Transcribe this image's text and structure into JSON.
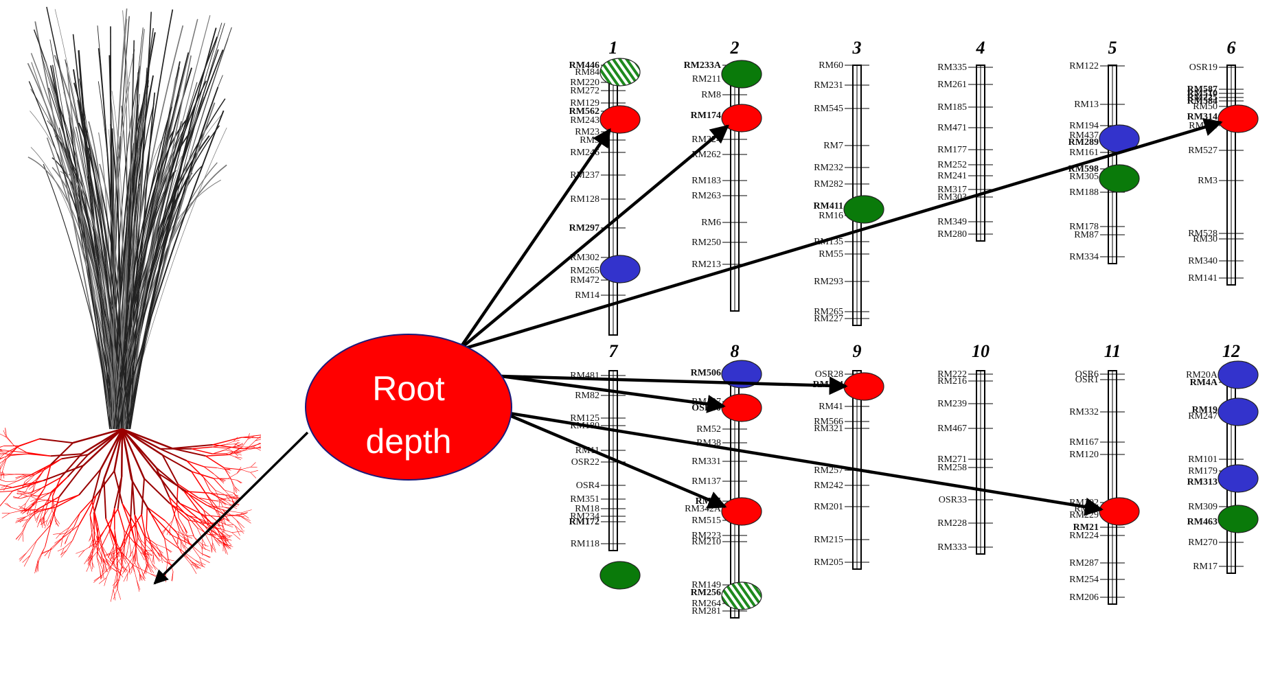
{
  "center_label": [
    "Root",
    "depth"
  ],
  "colors": {
    "qtl_red": "#ff0000",
    "qtl_green": "#0a7a0a",
    "qtl_blue": "#3333cc",
    "hatched": "#1e8a1e",
    "arrow": "#000000"
  },
  "chromosomes": [
    {
      "number": "1",
      "markers": [
        {
          "name": "RM446",
          "bold": true
        },
        {
          "name": "RM84"
        },
        {
          "name": "RM220"
        },
        {
          "name": "RM272"
        },
        {
          "name": "RM129",
          "small": true
        },
        {
          "name": "RM562",
          "bold": true
        },
        {
          "name": "RM243",
          "small": true
        },
        {
          "name": "RM23"
        },
        {
          "name": "RM5"
        },
        {
          "name": "RM246"
        },
        {
          "name": "RM237"
        },
        {
          "name": "RM128"
        },
        {
          "name": "RM297",
          "bold": true
        },
        {
          "name": "RM302"
        },
        {
          "name": "RM265"
        },
        {
          "name": "RM472"
        },
        {
          "name": "RM14"
        }
      ]
    },
    {
      "number": "2",
      "markers": [
        {
          "name": "RM233A",
          "bold": true
        },
        {
          "name": "RM211"
        },
        {
          "name": "RM8"
        },
        {
          "name": "RM174",
          "bold": true
        },
        {
          "name": "RM324"
        },
        {
          "name": "RM262"
        },
        {
          "name": "RM183"
        },
        {
          "name": "RM263"
        },
        {
          "name": "RM6"
        },
        {
          "name": "RM250"
        },
        {
          "name": "RM213"
        }
      ]
    },
    {
      "number": "3",
      "markers": [
        {
          "name": "RM60"
        },
        {
          "name": "RM231"
        },
        {
          "name": "RM545"
        },
        {
          "name": "RM7"
        },
        {
          "name": "RM232"
        },
        {
          "name": "RM282"
        },
        {
          "name": "RM411",
          "bold": true
        },
        {
          "name": "RM16"
        },
        {
          "name": "RM135"
        },
        {
          "name": "RM55"
        },
        {
          "name": "RM293"
        },
        {
          "name": "RM265"
        },
        {
          "name": "RM227"
        }
      ]
    },
    {
      "number": "4",
      "markers": [
        {
          "name": "RM335"
        },
        {
          "name": "RM261"
        },
        {
          "name": "RM185"
        },
        {
          "name": "RM471"
        },
        {
          "name": "RM177"
        },
        {
          "name": "RM252"
        },
        {
          "name": "RM241"
        },
        {
          "name": "RM317"
        },
        {
          "name": "RM303"
        },
        {
          "name": "RM349"
        },
        {
          "name": "RM280"
        }
      ]
    },
    {
      "number": "5",
      "markers": [
        {
          "name": "RM122"
        },
        {
          "name": "RM13"
        },
        {
          "name": "RM194"
        },
        {
          "name": "RM437"
        },
        {
          "name": "RM289",
          "bold": true
        },
        {
          "name": "RM161"
        },
        {
          "name": "RM598",
          "bold": true
        },
        {
          "name": "RM305"
        },
        {
          "name": "RM188"
        },
        {
          "name": "RM178"
        },
        {
          "name": "RM87"
        },
        {
          "name": "RM334"
        }
      ]
    },
    {
      "number": "6",
      "markers": [
        {
          "name": "OSR19"
        },
        {
          "name": "RM587",
          "bold": true,
          "small": true
        },
        {
          "name": "RM510",
          "bold": true,
          "small": true
        },
        {
          "name": "RM225",
          "bold": true,
          "small": true
        },
        {
          "name": "RM584",
          "bold": true,
          "small": true
        },
        {
          "name": "RM50",
          "small": true
        },
        {
          "name": "RM314",
          "bold": true
        },
        {
          "name": "RM111"
        },
        {
          "name": "RM527"
        },
        {
          "name": "RM3"
        },
        {
          "name": "RM528"
        },
        {
          "name": "RM30"
        },
        {
          "name": "RM340"
        },
        {
          "name": "RM141"
        }
      ]
    },
    {
      "number": "7",
      "markers": [
        {
          "name": "RM481"
        },
        {
          "name": "RM82"
        },
        {
          "name": "RM125"
        },
        {
          "name": "RM180"
        },
        {
          "name": "RM11"
        },
        {
          "name": "OSR22"
        },
        {
          "name": "OSR4"
        },
        {
          "name": "RM351"
        },
        {
          "name": "RM18"
        },
        {
          "name": "RM234"
        },
        {
          "name": "RM118"
        },
        {
          "name": "RM172",
          "bold": true
        }
      ]
    },
    {
      "number": "8",
      "markers": [
        {
          "name": "RM506",
          "bold": true
        },
        {
          "name": "RM407"
        },
        {
          "name": "OSR30",
          "bold": true
        },
        {
          "name": "RM52"
        },
        {
          "name": "RM38"
        },
        {
          "name": "RM331"
        },
        {
          "name": "RM137"
        },
        {
          "name": "RM25",
          "bold": true
        },
        {
          "name": "RM342A"
        },
        {
          "name": "RM515"
        },
        {
          "name": "RM223"
        },
        {
          "name": "RM210"
        },
        {
          "name": "RM149"
        },
        {
          "name": "RM256",
          "bold": true
        },
        {
          "name": "RM264"
        },
        {
          "name": "RM281"
        }
      ]
    },
    {
      "number": "9",
      "markers": [
        {
          "name": "OSR28"
        },
        {
          "name": "RM524",
          "bold": true
        },
        {
          "name": "RM41"
        },
        {
          "name": "RM566"
        },
        {
          "name": "RM321"
        },
        {
          "name": "RM257"
        },
        {
          "name": "RM242"
        },
        {
          "name": "RM201"
        },
        {
          "name": "RM215"
        },
        {
          "name": "RM205"
        }
      ]
    },
    {
      "number": "10",
      "markers": [
        {
          "name": "RM222"
        },
        {
          "name": "RM216"
        },
        {
          "name": "RM239"
        },
        {
          "name": "RM467"
        },
        {
          "name": "RM271"
        },
        {
          "name": "RM258"
        },
        {
          "name": "OSR33"
        },
        {
          "name": "RM228"
        },
        {
          "name": "RM333"
        }
      ]
    },
    {
      "number": "11",
      "markers": [
        {
          "name": "OSR6"
        },
        {
          "name": "OSR1"
        },
        {
          "name": "RM332"
        },
        {
          "name": "RM167"
        },
        {
          "name": "RM120"
        },
        {
          "name": "RM202"
        },
        {
          "name": "RM26"
        },
        {
          "name": "RM229"
        },
        {
          "name": "RM21",
          "bold": true
        },
        {
          "name": "RM287"
        },
        {
          "name": "RM254"
        },
        {
          "name": "RM206"
        },
        {
          "name": "RM224"
        }
      ]
    },
    {
      "number": "12",
      "markers": [
        {
          "name": "RM20A"
        },
        {
          "name": "RM4A",
          "bold": true
        },
        {
          "name": "RM19",
          "bold": true
        },
        {
          "name": "RM247"
        },
        {
          "name": "RM101"
        },
        {
          "name": "RM179"
        },
        {
          "name": "RM313",
          "bold": true
        },
        {
          "name": "RM309"
        },
        {
          "name": "RM463",
          "bold": true
        },
        {
          "name": "RM270"
        },
        {
          "name": "RM17"
        }
      ]
    }
  ],
  "qtls": [
    {
      "chr": "1",
      "marker": "RM446",
      "color": "hatched",
      "arrow": false
    },
    {
      "chr": "1",
      "marker": "RM562",
      "color": "red",
      "arrow": true
    },
    {
      "chr": "1",
      "marker": "RM297",
      "color": "blue",
      "arrow": false
    },
    {
      "chr": "2",
      "marker": "RM233A",
      "color": "green",
      "arrow": false
    },
    {
      "chr": "2",
      "marker": "RM174",
      "color": "red",
      "arrow": true
    },
    {
      "chr": "3",
      "marker": "RM411",
      "color": "green",
      "arrow": false
    },
    {
      "chr": "5",
      "marker": "RM437",
      "color": "blue",
      "arrow": false
    },
    {
      "chr": "5",
      "marker": "RM305",
      "color": "green",
      "arrow": false
    },
    {
      "chr": "6",
      "marker": "RM314",
      "color": "red",
      "arrow": true
    },
    {
      "chr": "7",
      "marker": "RM172",
      "color": "green",
      "arrow": false
    },
    {
      "chr": "8",
      "marker": "RM506",
      "color": "blue",
      "arrow": false
    },
    {
      "chr": "8",
      "marker": "OSR30",
      "color": "red",
      "arrow": true
    },
    {
      "chr": "8",
      "marker": "RM25",
      "color": "red",
      "arrow": true
    },
    {
      "chr": "8",
      "marker": "RM256",
      "color": "hatched",
      "arrow": false
    },
    {
      "chr": "9",
      "marker": "RM524",
      "color": "red",
      "arrow": true
    },
    {
      "chr": "11",
      "marker": "RM21",
      "color": "red",
      "arrow": true
    },
    {
      "chr": "12",
      "marker": "RM20A",
      "color": "blue",
      "arrow": false
    },
    {
      "chr": "12",
      "marker": "RM19",
      "color": "blue",
      "arrow": false
    },
    {
      "chr": "12",
      "marker": "RM313",
      "color": "blue",
      "arrow": false
    },
    {
      "chr": "12",
      "marker": "RM463",
      "color": "green",
      "arrow": false
    }
  ]
}
